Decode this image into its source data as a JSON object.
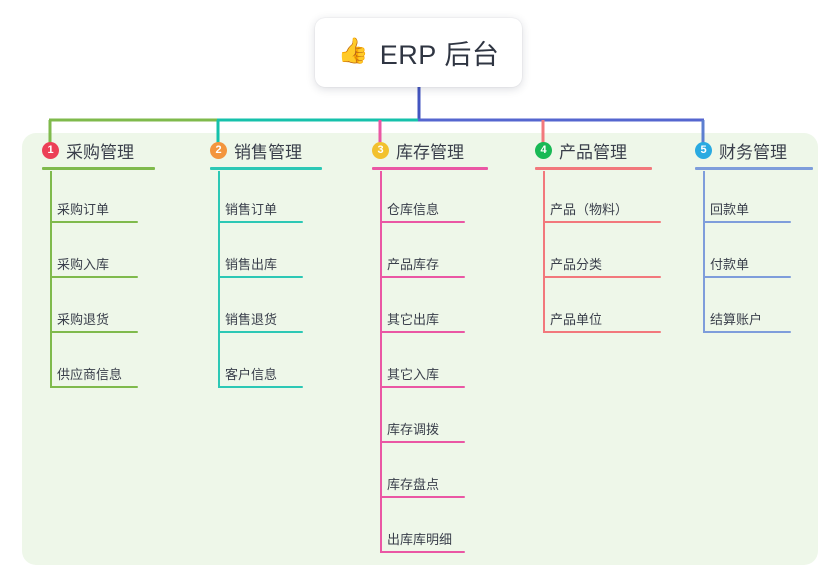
{
  "root": {
    "icon": "thumbs-up-icon",
    "emoji": "👍",
    "title": "ERP 后台"
  },
  "colors": {
    "panel_bg": "#eef7e9",
    "page_bg": "#ffffff",
    "text": "#3a3f4b",
    "root_stem": "#4355c0",
    "trunk_left": "#7fba4c",
    "trunk_mid": "#15c1ab",
    "trunk_right": "#5566cf"
  },
  "columns": [
    {
      "number": "1",
      "title": "采购管理",
      "badge_color": "#ec4057",
      "line_color": "#7fba4c",
      "drop_color": "#7fba4c",
      "items": [
        "采购订单",
        "采购入库",
        "采购退货",
        "供应商信息"
      ]
    },
    {
      "number": "2",
      "title": "销售管理",
      "badge_color": "#f3953d",
      "line_color": "#2cc8b5",
      "drop_color": "#15c1ab",
      "items": [
        "销售订单",
        "销售出库",
        "销售退货",
        "客户信息"
      ]
    },
    {
      "number": "3",
      "title": "库存管理",
      "badge_color": "#f2c12e",
      "line_color": "#ea57a4",
      "drop_color": "#ea57a4",
      "items": [
        "仓库信息",
        "产品库存",
        "其它出库",
        "其它入库",
        "库存调拨",
        "库存盘点",
        "出库库明细"
      ]
    },
    {
      "number": "4",
      "title": "产品管理",
      "badge_color": "#19b955",
      "line_color": "#f2787c",
      "drop_color": "#f2787c",
      "items": [
        "产品（物料）",
        "产品分类",
        "产品单位"
      ]
    },
    {
      "number": "5",
      "title": "财务管理",
      "badge_color": "#29aae1",
      "line_color": "#7e9ddb",
      "drop_color": "#5c7fd0",
      "items": [
        "回款单",
        "付款单",
        "结算账户"
      ]
    }
  ]
}
